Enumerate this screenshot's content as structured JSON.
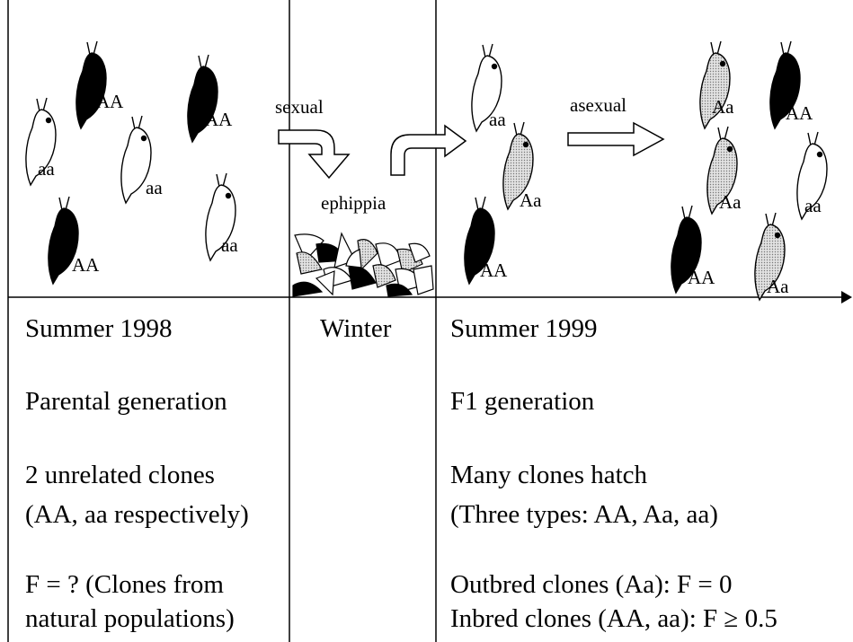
{
  "arrow_labels": {
    "sexual": "sexual",
    "asexual": "asexual",
    "ephippia": "ephippia"
  },
  "colors": {
    "homozygous_AA": "#000000",
    "heterozygous_Aa": "#d4d4d4",
    "homozygous_aa": "#ffffff",
    "line": "#000000"
  },
  "columns": [
    {
      "season": "Summer 1998",
      "generation": "Parental generation",
      "clones_line1": "2 unrelated clones",
      "clones_line2": "(AA, aa respectively)",
      "f_line1": "F = ? (Clones from",
      "f_line2": "natural populations)"
    },
    {
      "season": "Winter"
    },
    {
      "season": "Summer 1999",
      "generation": "F1 generation",
      "clones_line1": "Many clones hatch",
      "clones_line2": "(Three types: AA, Aa, aa)",
      "f_line1": "Outbred clones (Aa): F = 0",
      "f_line2": "Inbred clones (AA, aa): F ≥ 0.5"
    }
  ],
  "daphnia_parental": [
    {
      "genotype": "AA",
      "fill": "black"
    },
    {
      "genotype": "AA",
      "fill": "black"
    },
    {
      "genotype": "aa",
      "fill": "white"
    },
    {
      "genotype": "aa",
      "fill": "white"
    },
    {
      "genotype": "AA",
      "fill": "black"
    },
    {
      "genotype": "aa",
      "fill": "white"
    }
  ],
  "daphnia_hatched": [
    {
      "genotype": "aa",
      "fill": "white"
    },
    {
      "genotype": "Aa",
      "fill": "gray"
    },
    {
      "genotype": "AA",
      "fill": "black"
    }
  ],
  "daphnia_offspring": [
    {
      "genotype": "Aa",
      "fill": "gray"
    },
    {
      "genotype": "AA",
      "fill": "black"
    },
    {
      "genotype": "Aa",
      "fill": "gray"
    },
    {
      "genotype": "aa",
      "fill": "white"
    },
    {
      "genotype": "AA",
      "fill": "black"
    },
    {
      "genotype": "Aa",
      "fill": "gray"
    }
  ]
}
